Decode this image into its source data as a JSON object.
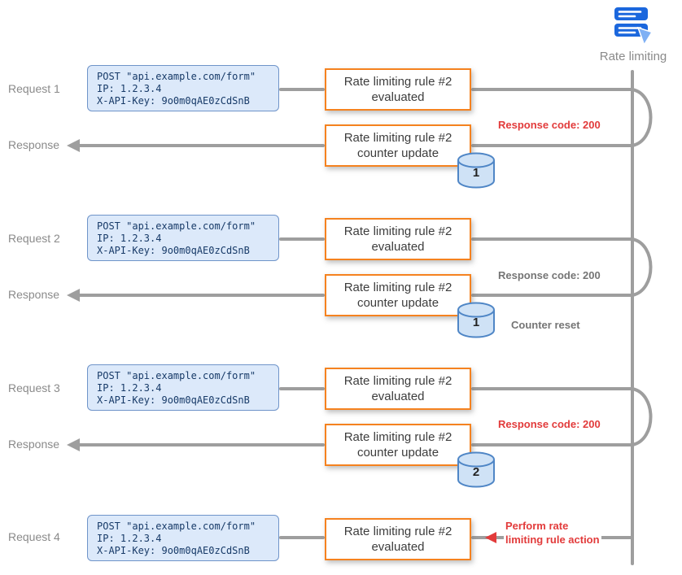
{
  "title": "Rate limiting request flow diagram",
  "actor": {
    "label": "Rate limiting",
    "icon": "rules-icon"
  },
  "request_payload": {
    "line1": "POST \"api.example.com/form\"",
    "line2": "IP: 1.2.3.4",
    "line3": "X-API-Key: 9o0m0qAE0zCdSnB"
  },
  "steps": {
    "evaluated": "Rate limiting rule #2 evaluated",
    "counter_update": "Rate limiting rule #2 counter update"
  },
  "groups": [
    {
      "request_label": "Request 1",
      "response_label": "Response",
      "counter_value": "1",
      "response_annotation": "Response code: 200"
    },
    {
      "request_label": "Request 2",
      "response_label": "Response",
      "counter_value": "1",
      "response_annotation": "Response code: 200",
      "note": "Counter reset"
    },
    {
      "request_label": "Request 3",
      "response_label": "Response",
      "counter_value": "2",
      "response_annotation": "Response code: 200"
    },
    {
      "request_label": "Request 4",
      "action_annotation_line1": "Perform rate",
      "action_annotation_line2": "limiting rule action"
    }
  ],
  "colors": {
    "accent_orange": "#f5821f",
    "request_box_fill": "#dce9fa",
    "request_box_border": "#6f94c9",
    "line_gray": "#9e9e9e",
    "annotation_red": "#e23b3b",
    "annotation_gray": "#757575",
    "cylinder_fill": "#cfe2f6",
    "cylinder_border": "#4f86c6",
    "icon_blue": "#1b67dd"
  }
}
